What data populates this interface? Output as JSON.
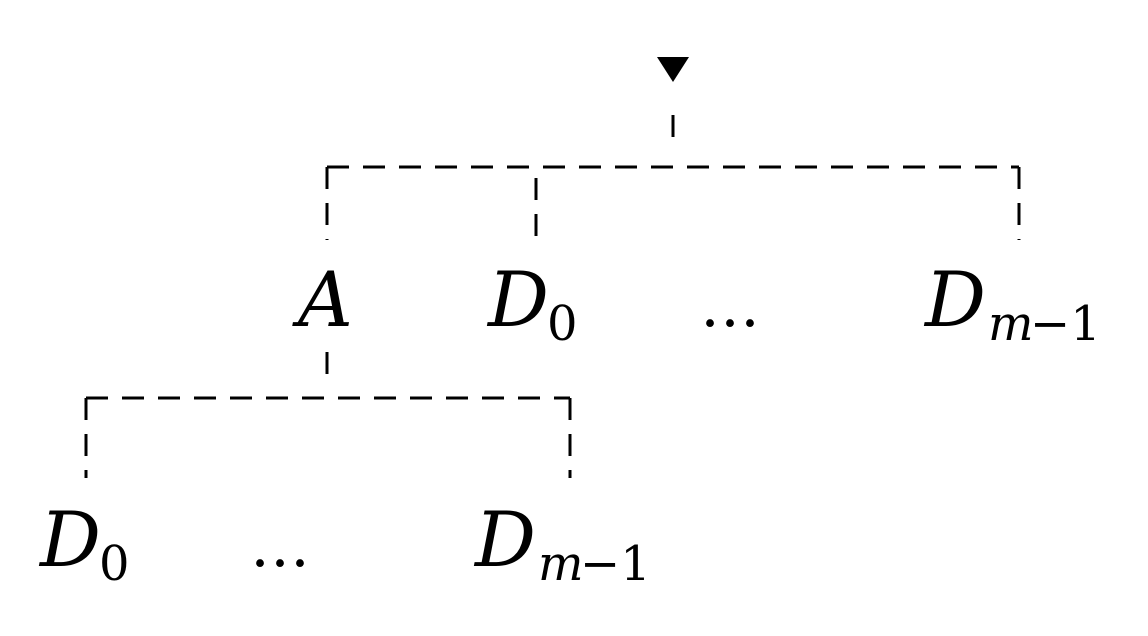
{
  "diagram": {
    "root_marker": "root-arrow-icon",
    "level1": {
      "a": {
        "base": "A"
      },
      "d0": {
        "base": "D",
        "sub": "0"
      },
      "ellipsis": "…",
      "dm1": {
        "base": "D",
        "sub_var": "m",
        "sub_rest": "−1"
      }
    },
    "level2": {
      "d0": {
        "base": "D",
        "sub": "0"
      },
      "ellipsis": "…",
      "dm1": {
        "base": "D",
        "sub_var": "m",
        "sub_rest": "−1"
      }
    }
  }
}
